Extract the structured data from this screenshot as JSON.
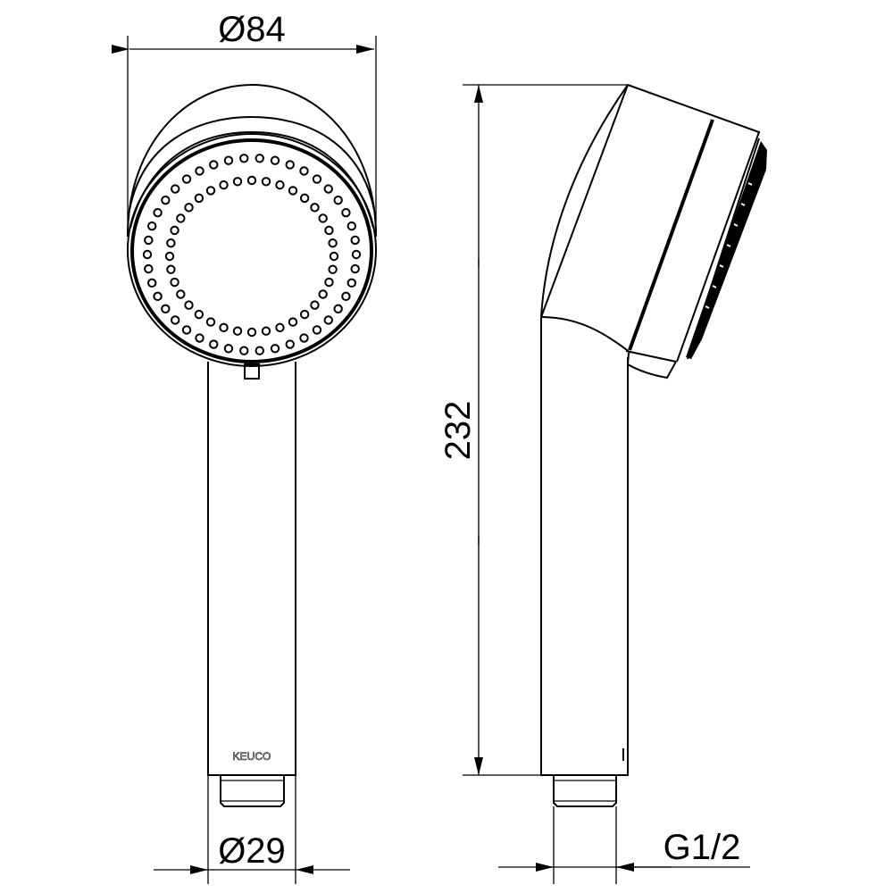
{
  "drawing": {
    "dimensions": {
      "head_diameter": "Ø84",
      "handle_diameter": "Ø29",
      "total_length": "232",
      "thread": "G1/2"
    },
    "brand_mark": "KEUCO",
    "colors": {
      "line": "#000000",
      "background": "#ffffff"
    }
  }
}
